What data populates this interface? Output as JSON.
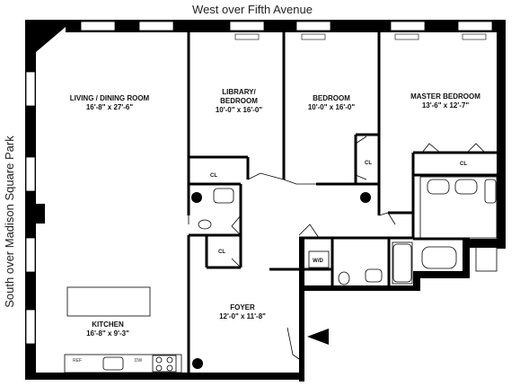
{
  "orientation": {
    "top": "West over Fifth Avenue",
    "left": "South over Madison Square Park"
  },
  "rooms": {
    "living": {
      "name": "LIVING / DINING ROOM",
      "dims": "16'-8\" x 27'-6\""
    },
    "library": {
      "name_line1": "LIBRARY/",
      "name_line2": "BEDROOM",
      "dims": "10'-0\" x 16'-0\""
    },
    "bedroom": {
      "name": "BEDROOM",
      "dims": "10'-0\" x 16'-0\""
    },
    "master": {
      "name": "MASTER BEDROOM",
      "dims": "13'-6\" x 12'-7\""
    },
    "kitchen": {
      "name": "KITCHEN",
      "dims": "16'-8\" x 9'-3\""
    },
    "foyer": {
      "name": "FOYER",
      "dims": "12'-0\" x 11'-8\""
    }
  },
  "closets": [
    "CL",
    "CL",
    "CL",
    "CL"
  ],
  "appliances": {
    "washer_dryer": "W/D",
    "refrigerator": "REF",
    "dishwasher": "DW"
  }
}
